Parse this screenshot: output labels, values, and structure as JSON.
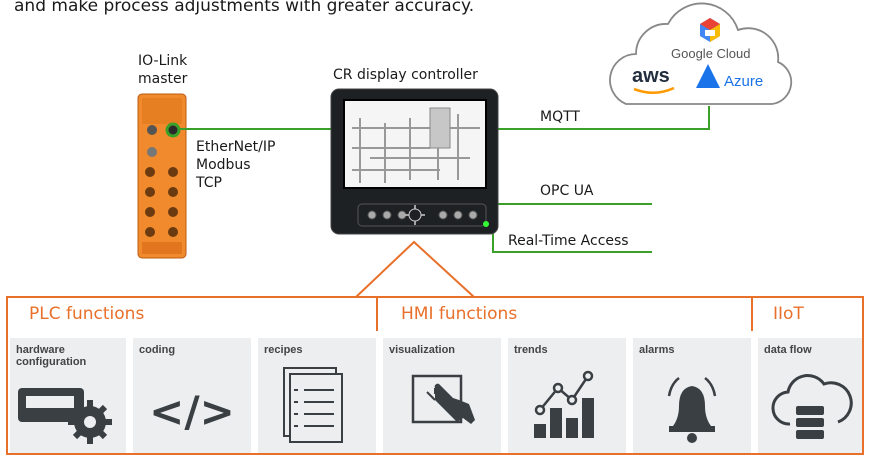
{
  "intro_text": "and make process adjustments with greater accuracy.",
  "iolink_label": [
    "IO-Link",
    "master"
  ],
  "protocols": [
    "EtherNet/IP",
    "Modbus",
    "TCP"
  ],
  "controller_label": "CR display controller",
  "connections": {
    "mqtt": "MQTT",
    "opcua": "OPC UA",
    "rta": "Real-Time Access"
  },
  "cloud": {
    "google": "Google Cloud",
    "aws": "aws",
    "azure": "Azure"
  },
  "sections": {
    "plc": "PLC functions",
    "hmi": "HMI functions",
    "iiot": "IIoT"
  },
  "cards": [
    {
      "label": "hardware configuration",
      "icon": "hardware-config-icon"
    },
    {
      "label": "coding",
      "icon": "code-icon"
    },
    {
      "label": "recipes",
      "icon": "recipe-list-icon"
    },
    {
      "label": "visualization",
      "icon": "touch-screen-icon"
    },
    {
      "label": "trends",
      "icon": "trend-chart-icon"
    },
    {
      "label": "alarms",
      "icon": "bell-icon"
    },
    {
      "label": "data flow",
      "icon": "cloud-database-icon"
    }
  ],
  "colors": {
    "accent": "#e8702a",
    "wire": "#3aa02a",
    "card": "#eceef0",
    "icon": "#3a3f44"
  }
}
